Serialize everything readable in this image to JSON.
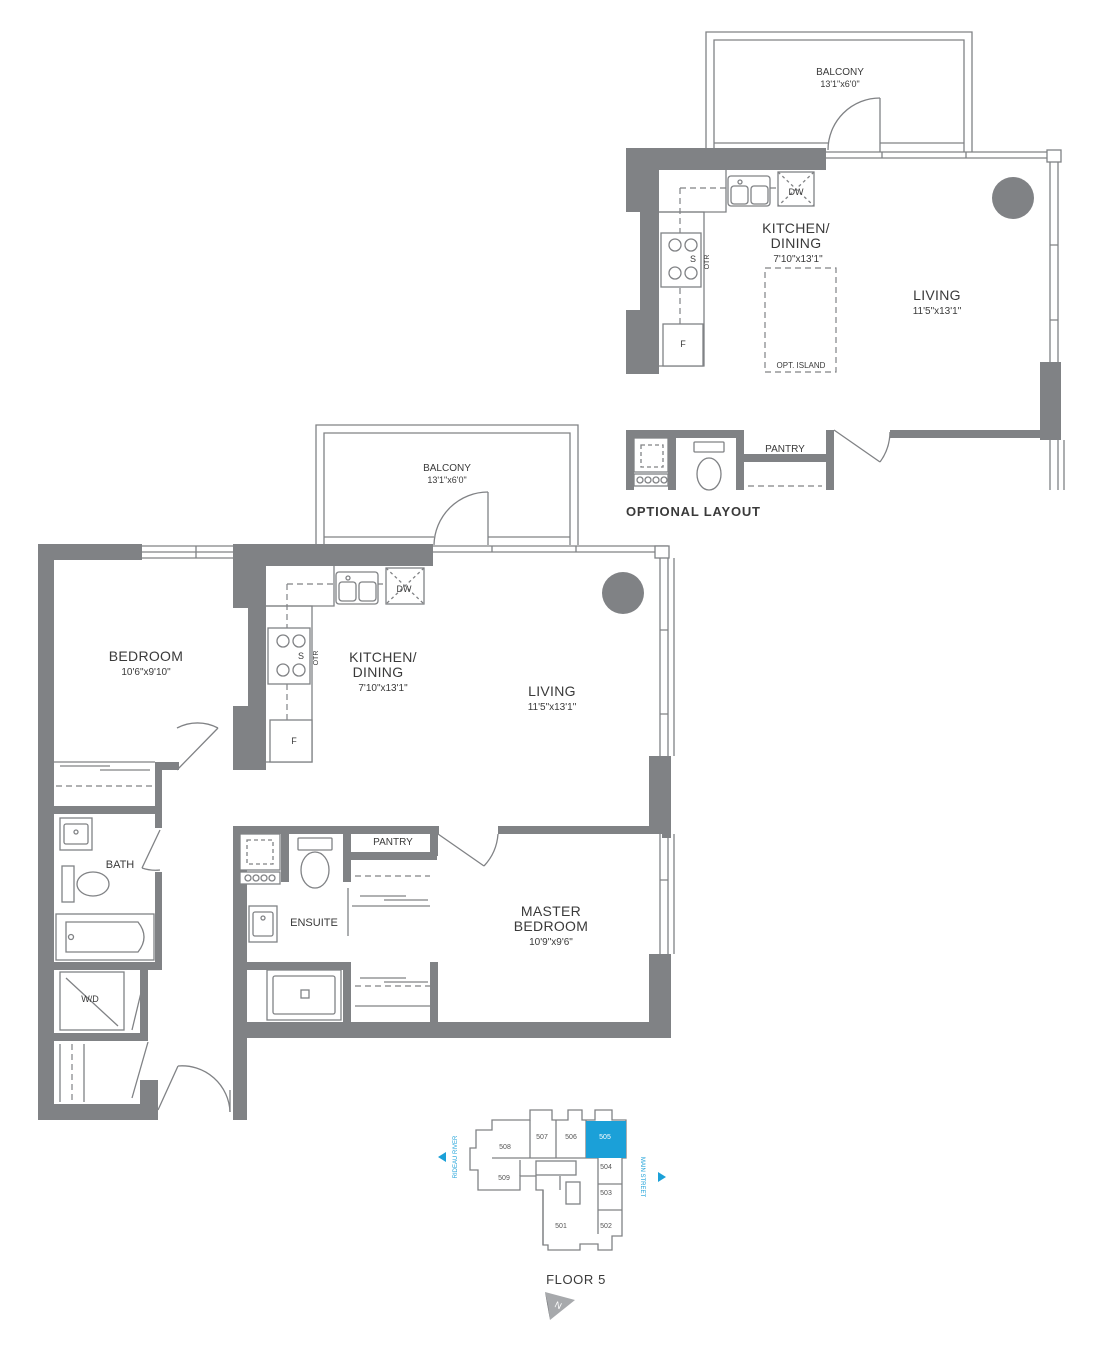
{
  "optional_layout": {
    "caption": "OPTIONAL LAYOUT",
    "balcony": {
      "name": "BALCONY",
      "dim": "13'1\"x6'0\""
    },
    "kitchen": {
      "name_line1": "KITCHEN/",
      "name_line2": "DINING",
      "dim": "7'10\"x13'1\""
    },
    "living": {
      "name": "LIVING",
      "dim": "11'5\"x13'1\""
    },
    "island": "OPT. ISLAND",
    "pantry": "PANTRY",
    "dw": "DW",
    "s": "S",
    "otr": "OTR",
    "f": "F"
  },
  "main_plan": {
    "balcony": {
      "name": "BALCONY",
      "dim": "13'1\"x6'0\""
    },
    "bedroom": {
      "name": "BEDROOM",
      "dim": "10'6\"x9'10\""
    },
    "kitchen": {
      "name_line1": "KITCHEN/",
      "name_line2": "DINING",
      "dim": "7'10\"x13'1\""
    },
    "living": {
      "name": "LIVING",
      "dim": "11'5\"x13'1\""
    },
    "master": {
      "name_line1": "MASTER",
      "name_line2": "BEDROOM",
      "dim": "10'9\"x9'6\""
    },
    "bath": "BATH",
    "ensuite": "ENSUITE",
    "pantry": "PANTRY",
    "wd": "W/D",
    "dw": "DW",
    "s": "S",
    "otr": "OTR",
    "f": "F"
  },
  "key_plan": {
    "floor_label": "FLOOR 5",
    "units": [
      "508",
      "507",
      "506",
      "505",
      "504",
      "503",
      "509",
      "501",
      "502"
    ],
    "highlight_unit": "505",
    "highlight_color": "#1ba0d8",
    "street_left": "RIDEAU RIVER",
    "street_right": "MAIN STREET",
    "north_label": "N"
  },
  "colors": {
    "wall": "#808285",
    "accent": "#1ba0d8"
  }
}
